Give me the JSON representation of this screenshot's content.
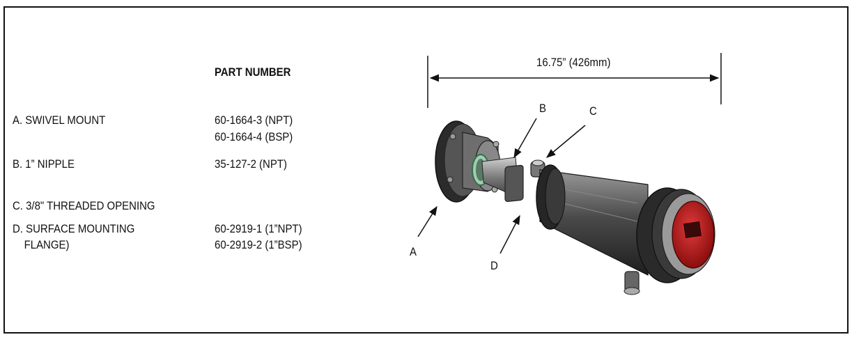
{
  "header": {
    "part_number_label": "PART NUMBER"
  },
  "parts": [
    {
      "name": "A.  SWIVEL MOUNT",
      "numbers": [
        "60-1664-3  (NPT)",
        "60-1664-4  (BSP)"
      ]
    },
    {
      "name": "B. 1” NIPPLE",
      "numbers": [
        "35-127-2   (NPT)"
      ]
    },
    {
      "name": "C. 3/8\" THREADED OPENING",
      "numbers": []
    },
    {
      "name_lines": [
        "D. SURFACE MOUNTING",
        "    FLANGE)"
      ],
      "numbers": [
        "60-2919-1 (1”NPT)",
        "60-2919-2 (1”BSP)"
      ]
    }
  ],
  "drawing": {
    "dimension": "16.75” (426mm)",
    "callouts": {
      "a": "A",
      "b": "B",
      "c": "C",
      "d": "D"
    }
  }
}
